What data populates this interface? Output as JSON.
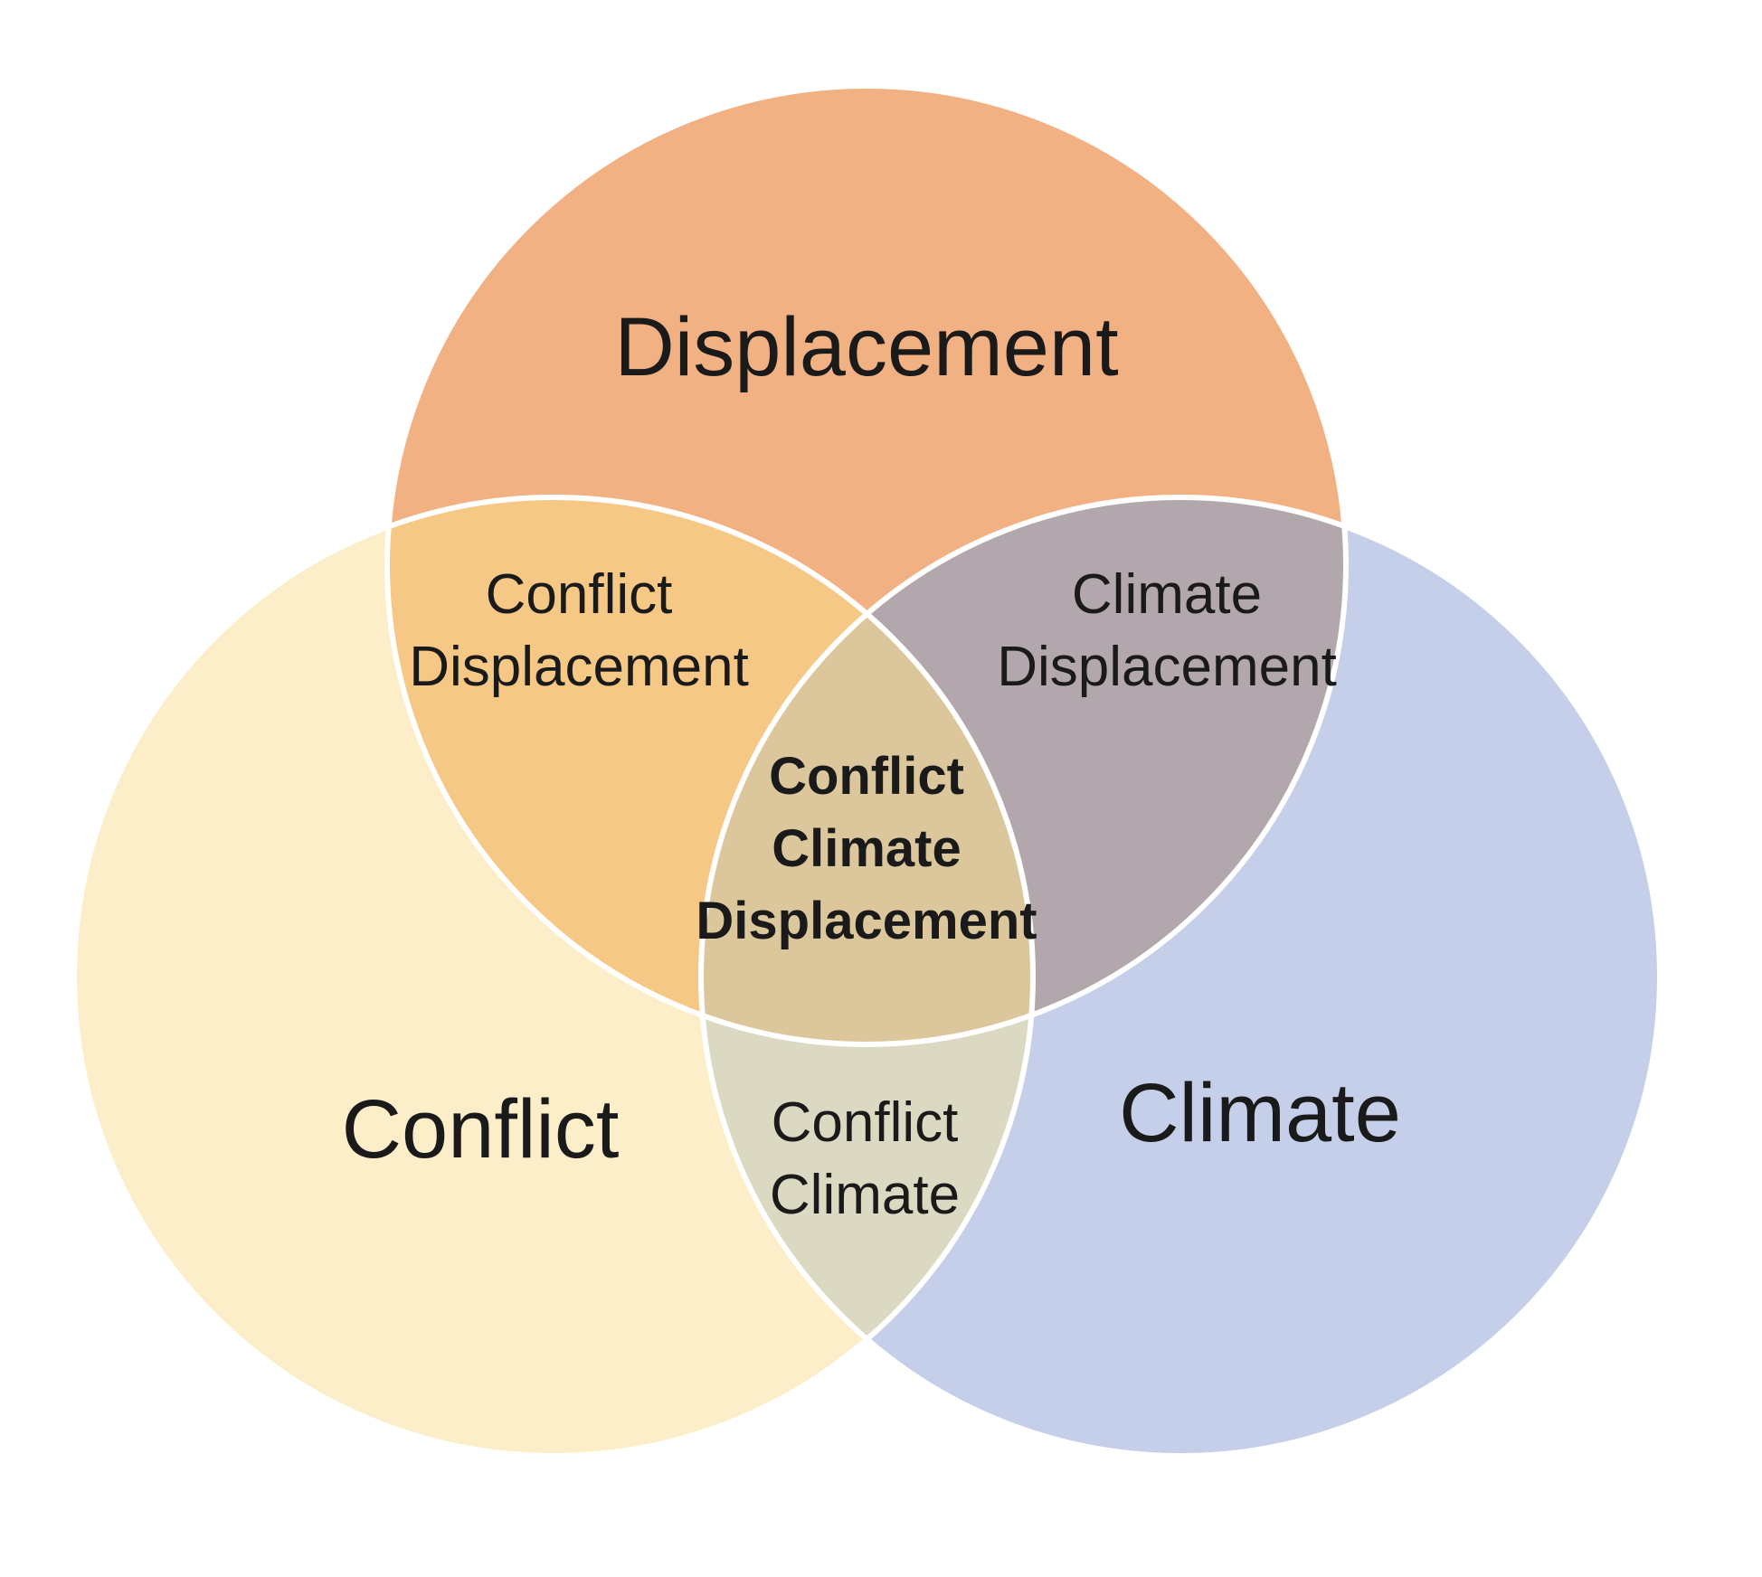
{
  "diagram": {
    "type": "venn",
    "background": "#FFFFFF",
    "outline_color": "#FFFFFF",
    "text_color": "#1A1A1A"
  },
  "circles": {
    "displacement": {
      "label": "Displacement",
      "color": "#F2B183"
    },
    "conflict": {
      "label": "Conflict",
      "color": "#FCEEC9"
    },
    "climate": {
      "label": "Climate",
      "color": "#C5CFE9"
    }
  },
  "overlaps": {
    "conflict_displacement": {
      "lines": [
        "Conflict",
        "Displacement"
      ],
      "color": "#F6C886"
    },
    "climate_displacement": {
      "lines": [
        "Climate",
        "Displacement"
      ],
      "color": "#B3A7AE"
    },
    "conflict_climate": {
      "lines": [
        "Conflict",
        "Climate"
      ],
      "color": "#DBD9C2"
    },
    "conflict_climate_displacement": {
      "lines": [
        "Conflict",
        "Climate",
        "Displacement"
      ],
      "color": "#DCC79C"
    }
  }
}
